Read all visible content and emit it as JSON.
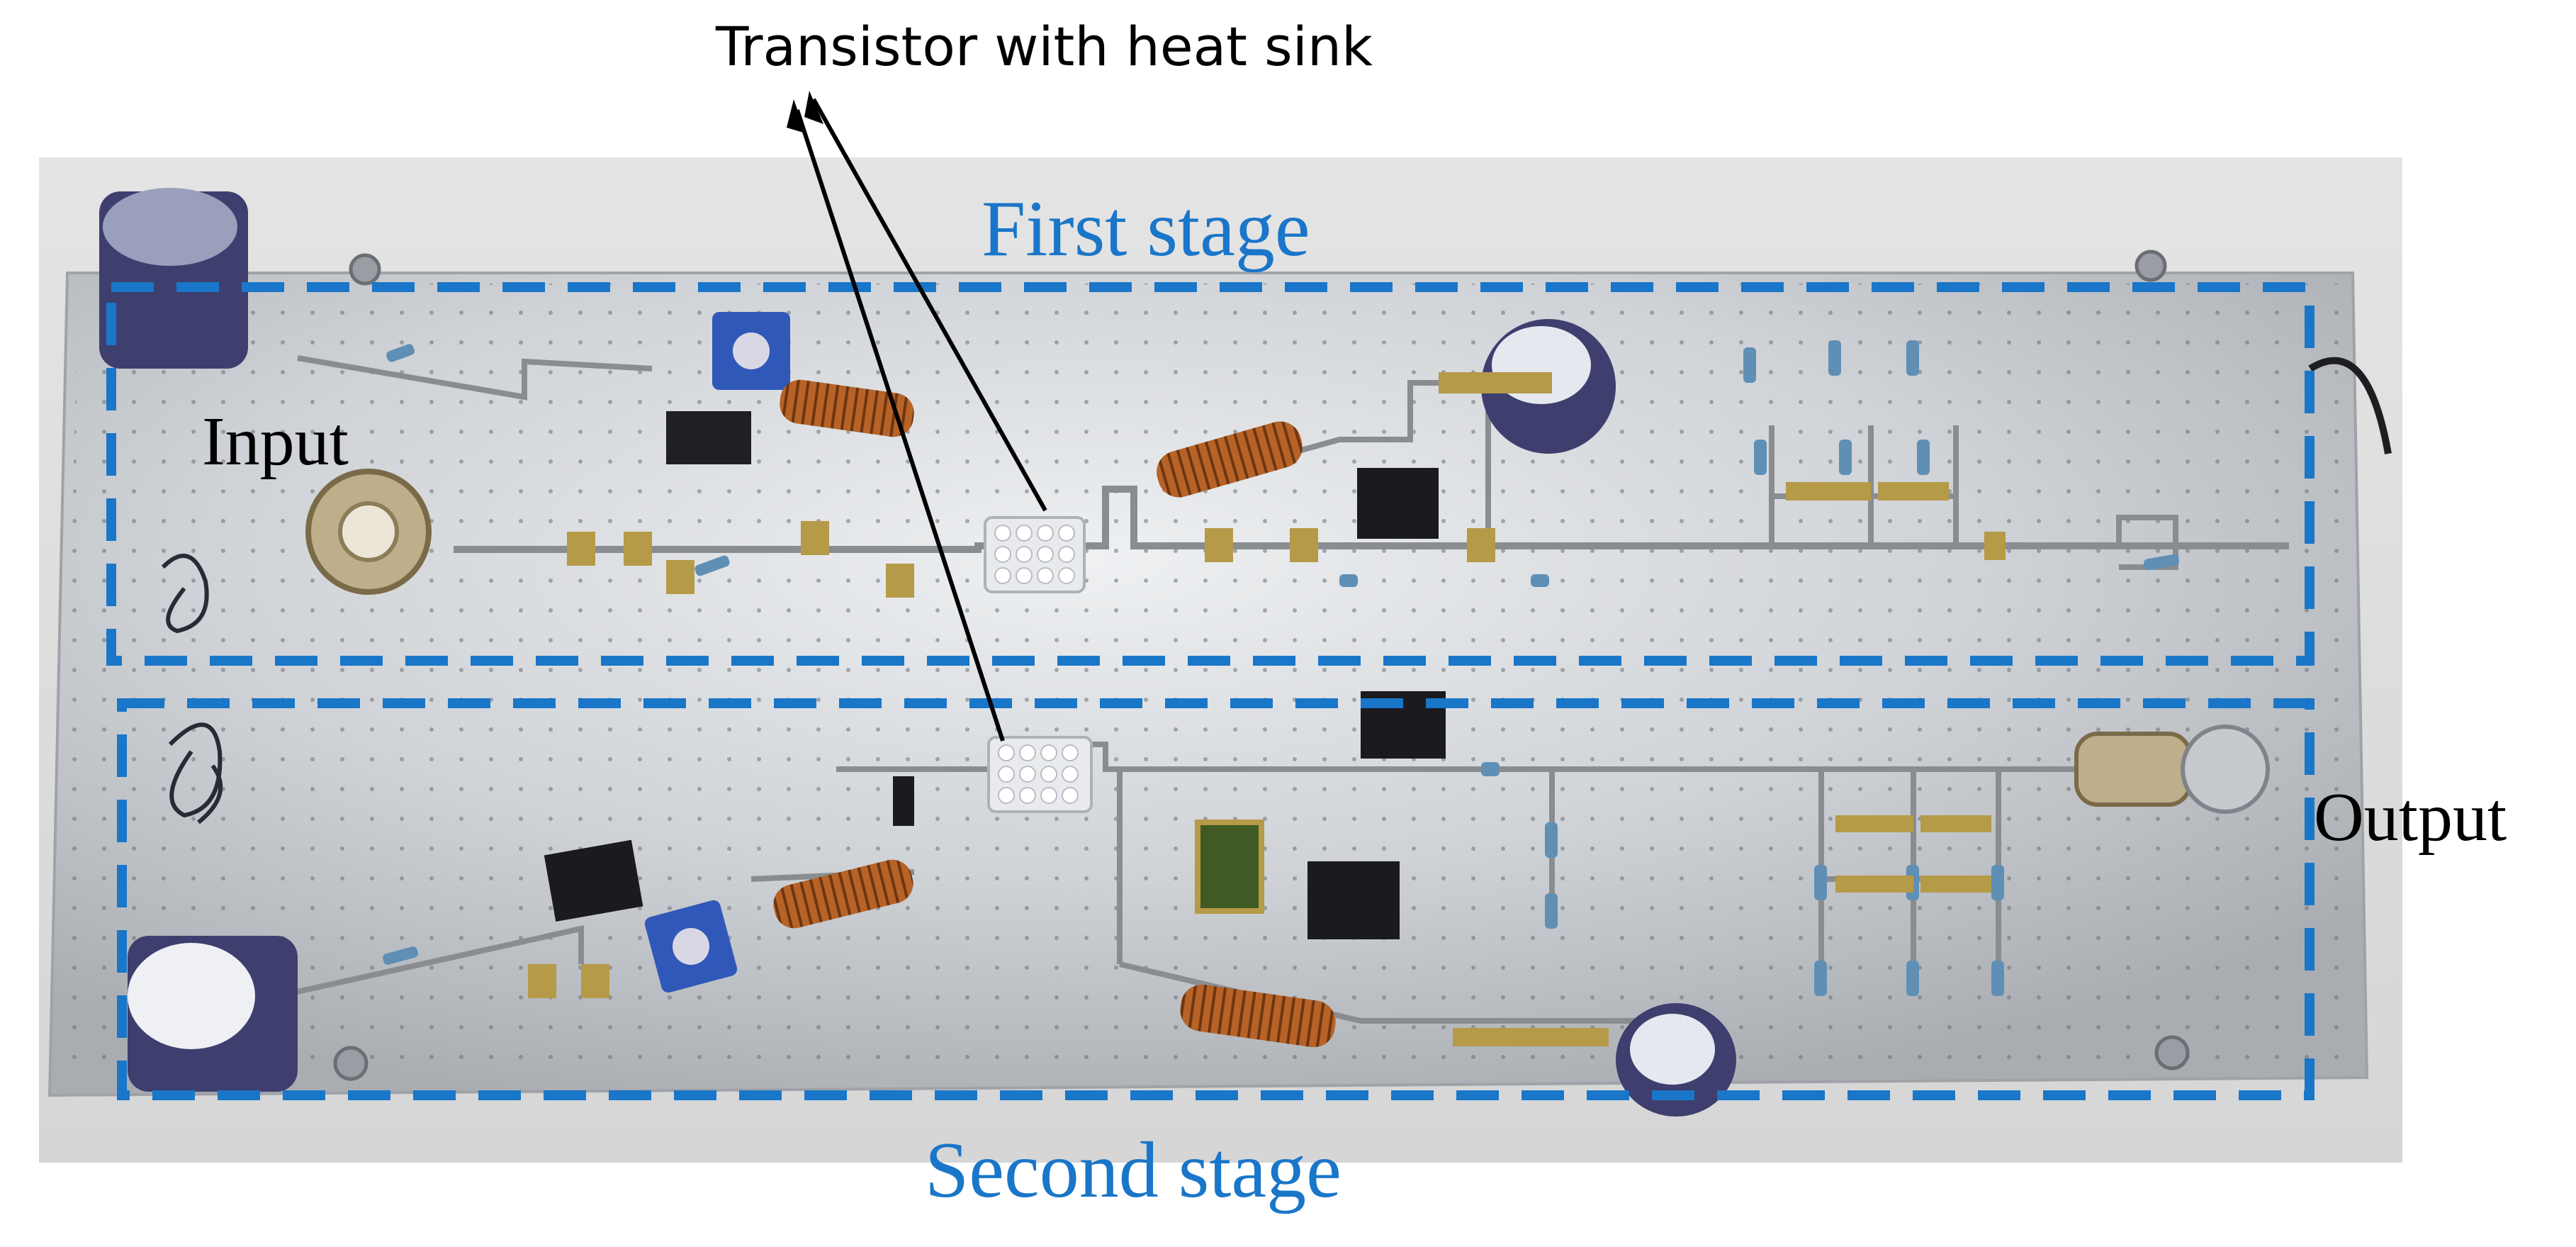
{
  "labels": {
    "heat_sink": "Transistor with heat sink",
    "first_stage": "First stage",
    "second_stage": "Second stage",
    "input": "Input",
    "output": "Output"
  },
  "colors": {
    "stage_box": "#1a76c8",
    "stage_text": "#1a76c8",
    "plate": "#c9ccd0",
    "background": "#ffffff",
    "label_text": "#000000",
    "inductor": "#b9692a",
    "capacitor": "#3e3f6e",
    "trimmer": "#2f58b8",
    "trace": "#8a8d90",
    "heatsink": "#e8eaee"
  }
}
